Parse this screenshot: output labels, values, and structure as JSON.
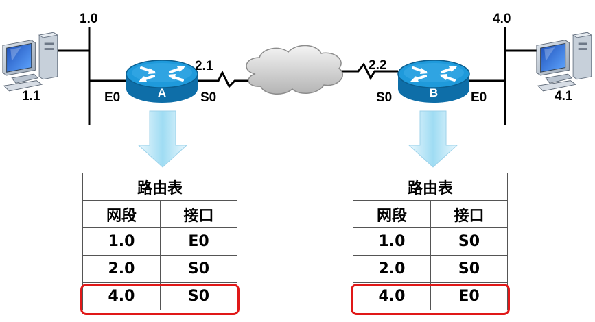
{
  "network": {
    "net_left": "1.0",
    "net_right": "4.0",
    "pc_left": "1.1",
    "pc_right": "4.1",
    "router_a_label": "A",
    "router_b_label": "B",
    "a_ethernet_if": "E0",
    "a_serial_if": "S0",
    "a_serial_addr": "2.1",
    "b_ethernet_if": "E0",
    "b_serial_if": "S0",
    "b_serial_addr": "2.2"
  },
  "tables": {
    "left": {
      "title": "路由表",
      "headers": [
        "网段",
        "接口"
      ],
      "rows": [
        [
          "1.0",
          "E0"
        ],
        [
          "2.0",
          "S0"
        ],
        [
          "4.0",
          "S0"
        ]
      ],
      "highlighted_row": 2
    },
    "right": {
      "title": "路由表",
      "headers": [
        "网段",
        "接口"
      ],
      "rows": [
        [
          "1.0",
          "S0"
        ],
        [
          "2.0",
          "S0"
        ],
        [
          "4.0",
          "E0"
        ]
      ],
      "highlighted_row": 2
    }
  },
  "colors": {
    "router_body": "#1a8fd0",
    "highlight": "#e01818",
    "arrow": "#bfe6f7"
  },
  "icons": [
    "computer-icon",
    "router-icon",
    "cloud-icon",
    "down-arrow-icon"
  ]
}
